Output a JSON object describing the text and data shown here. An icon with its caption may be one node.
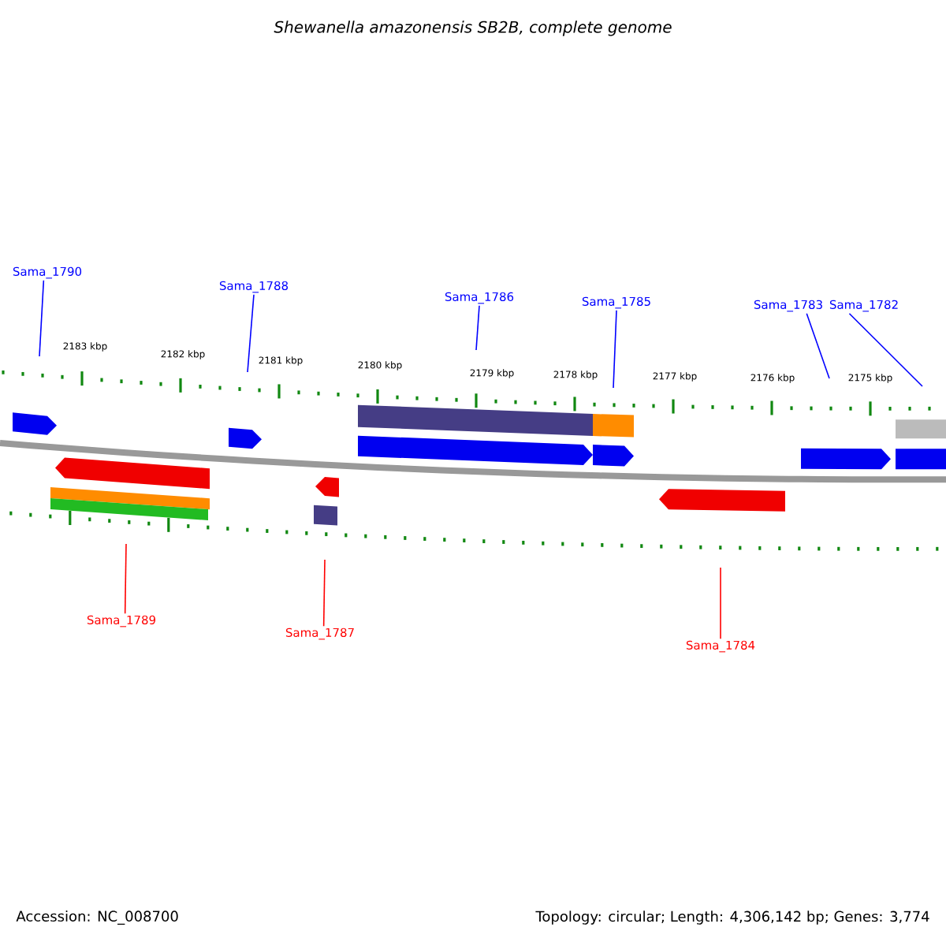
{
  "diagram": {
    "title": "Shewanella amazonensis SB2B, complete genome",
    "nodes": [
      {
        "text": [
          "Sama_1790"
        ]
      },
      {
        "text": [
          "Sama_1788"
        ]
      },
      {
        "text": [
          "Sama_1786"
        ]
      },
      {
        "text": [
          "Sama_1785"
        ]
      },
      {
        "text": [
          "Sama_1783"
        ]
      },
      {
        "text": [
          "Sama_1782"
        ]
      },
      {
        "text": [
          "Sama_1789"
        ]
      },
      {
        "text": [
          "Sama_1787"
        ]
      },
      {
        "text": [
          "Sama_1784"
        ]
      }
    ],
    "edges": [
      {
        "from": 0,
        "to": null,
        "arrow": "none"
      },
      {
        "from": 1,
        "to": null,
        "arrow": "none"
      },
      {
        "from": 2,
        "to": null,
        "arrow": "none"
      },
      {
        "from": 3,
        "to": null,
        "arrow": "none"
      },
      {
        "from": 4,
        "to": null,
        "arrow": "none"
      },
      {
        "from": 5,
        "to": null,
        "arrow": "none"
      },
      {
        "from": 6,
        "to": null,
        "arrow": "none",
        "color": "#ff0000"
      },
      {
        "from": 7,
        "to": null,
        "arrow": "none",
        "color": "#ff0000"
      },
      {
        "from": 8,
        "to": null,
        "arrow": "none",
        "color": "#ff0000"
      }
    ],
    "labels": [
      "2183 kbp",
      "2182 kbp",
      "2181 kbp",
      "2180 kbp",
      "2179 kbp",
      "2178 kbp",
      "2177 kbp",
      "2176 kbp",
      "2175 kbp",
      "Accession: NC_008700",
      "Topology: circular; Length: 4,306,142 bp; Genes: 3,774"
    ]
  }
}
